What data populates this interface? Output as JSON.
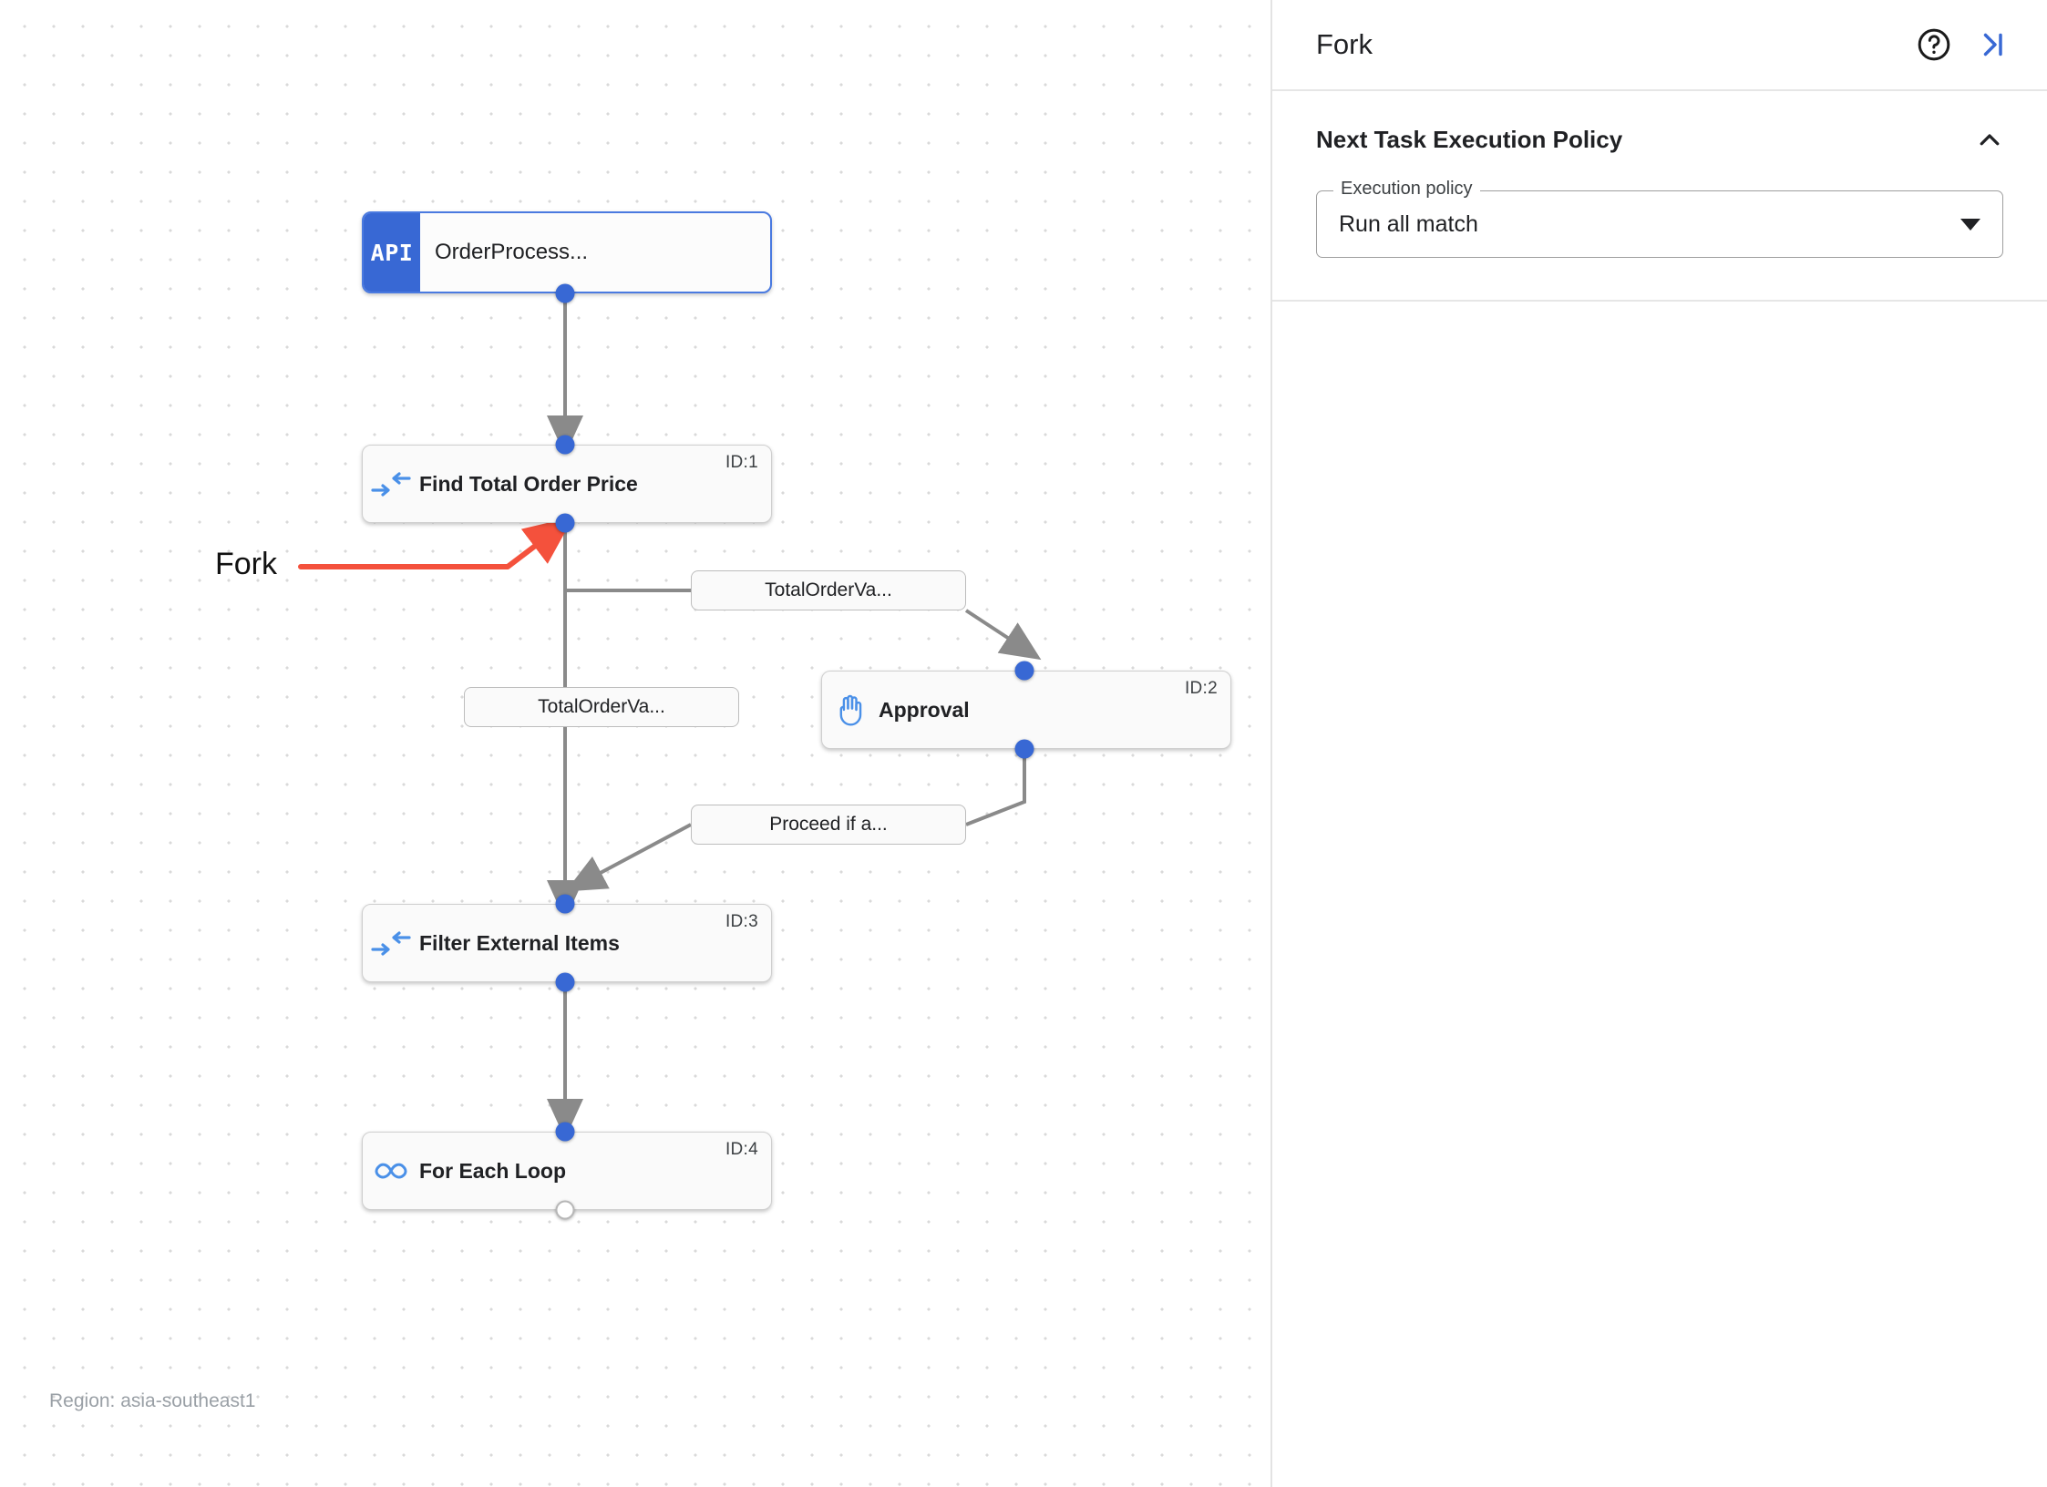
{
  "canvas": {
    "region_label": "Region: asia-southeast1",
    "annotation": {
      "label": "Fork",
      "color": "#f4513c"
    },
    "nodes": [
      {
        "id": "start",
        "type": "api",
        "badge": "API",
        "title": "OrderProcess...",
        "id_label": ""
      },
      {
        "id": "task1",
        "type": "filter",
        "icon": "merge-arrows-icon",
        "title": "Find Total Order Price",
        "id_label": "ID:1"
      },
      {
        "id": "task2",
        "type": "approval",
        "icon": "hand-icon",
        "title": "Approval",
        "id_label": "ID:2"
      },
      {
        "id": "task3",
        "type": "filter",
        "icon": "merge-arrows-icon",
        "title": "Filter External Items",
        "id_label": "ID:3"
      },
      {
        "id": "task4",
        "type": "loop",
        "icon": "infinity-icon",
        "title": "For Each Loop",
        "id_label": "ID:4"
      }
    ],
    "edge_labels": [
      {
        "id": "e1",
        "text": "TotalOrderVa..."
      },
      {
        "id": "e2",
        "text": "TotalOrderVa..."
      },
      {
        "id": "e3",
        "text": "Proceed if a..."
      }
    ]
  },
  "panel": {
    "title": "Fork",
    "help_icon": "help-circle-icon",
    "collapse_icon": "collapse-right-icon",
    "section": {
      "title": "Next Task Execution Policy",
      "chevron": "chevron-up-icon",
      "field": {
        "legend": "Execution policy",
        "value": "Run all match",
        "caret": "chevron-down-icon"
      }
    }
  }
}
